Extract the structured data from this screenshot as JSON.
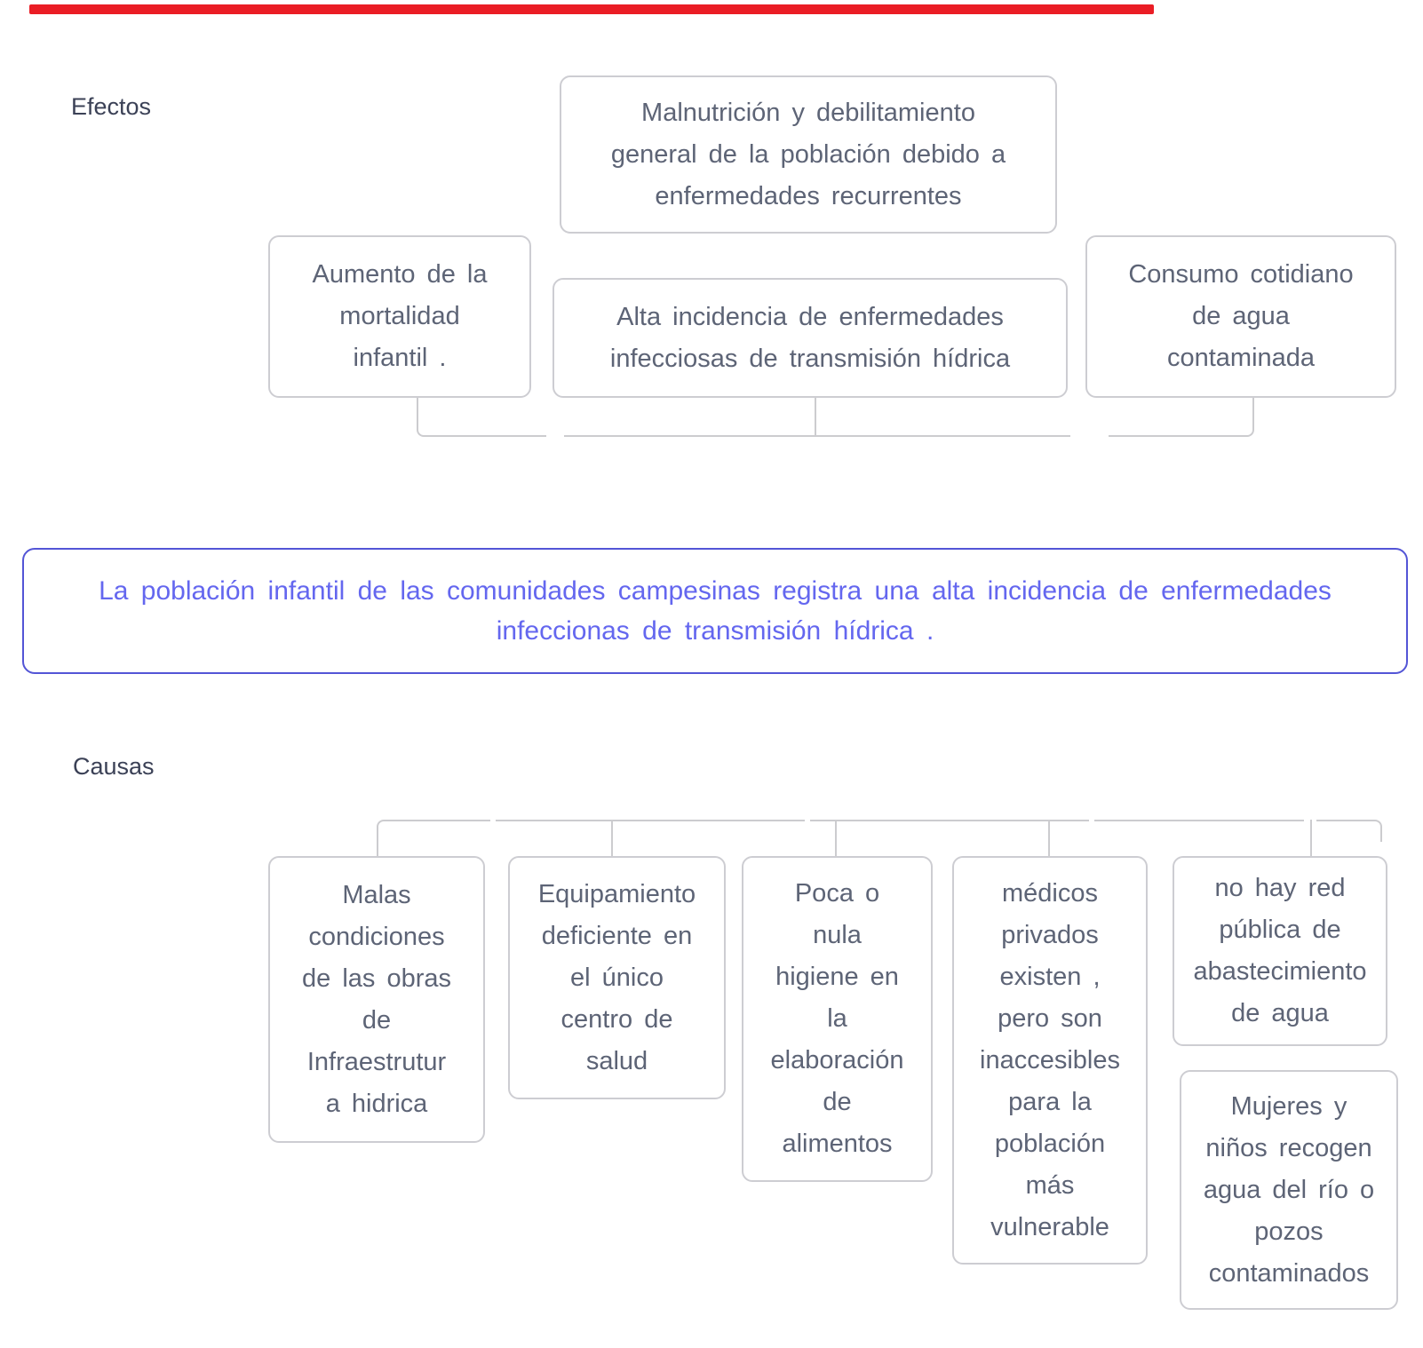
{
  "progress_bar": {
    "visible": true,
    "color": "#ea1d25"
  },
  "section_labels": {
    "effects": "Efectos",
    "causes": "Causas"
  },
  "effect_boxes": {
    "malnutrition": {
      "text": "Malnutrición y debilitamiento\ngeneral de la población debido a\nenfermedades recurrentes"
    },
    "mortality": {
      "text": "Aumento de la\nmortalidad\ninfantil ."
    },
    "incidence": {
      "text": "Alta incidencia de enfermedades\ninfecciosas de transmisión hídrica"
    },
    "consumption": {
      "text": "Consumo cotidiano\nde agua\ncontaminada"
    }
  },
  "problem": {
    "text": "La población infantil de las comunidades campesinas registra una alta incidencia de enfermedades\ninfeccionas de transmisión hídrica ."
  },
  "cause_boxes": {
    "infrastructure": {
      "text": "Malas\ncondiciones\nde las obras\nde\nInfraestrutur\na hidrica"
    },
    "health_center": {
      "text": "Equipamiento\ndeficiente en\nel único\ncentro de\nsalud"
    },
    "hygiene": {
      "text": "Poca o\nnula\nhigiene en\nla\nelaboración\nde\nalimentos"
    },
    "private_doctors": {
      "text": "médicos\nprivados\nexisten ,\npero son\ninaccesibles\npara la\npoblación\nmás\nvulnerable"
    },
    "no_water_network": {
      "text": "no hay red\npública de\nabastecimiento\nde agua"
    },
    "contaminated_wells": {
      "text": "Mujeres y\nniños recogen\nagua del río o\npozos\ncontaminados"
    }
  },
  "colors": {
    "text": "#5d6476",
    "label": "#3b4156",
    "border": "#cdcdd2",
    "line": "#cccccf",
    "accent_border": "#5355d6",
    "accent_text": "#6467ef",
    "progress": "#ea1d25",
    "bg": "#ffffff"
  }
}
